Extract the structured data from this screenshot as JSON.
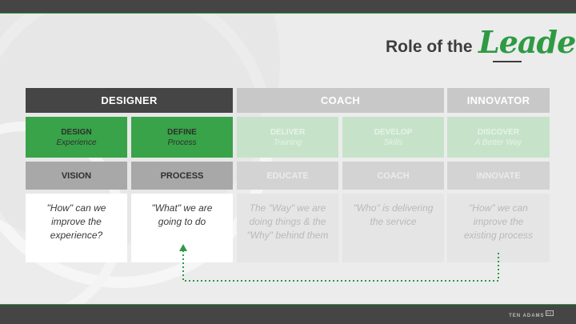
{
  "title": {
    "main": "Role of the",
    "accent": "Leader"
  },
  "brand": {
    "name": "TEN ADAMS",
    "mark": "02"
  },
  "headers": [
    {
      "label": "DESIGNER"
    },
    {
      "label": "COACH"
    },
    {
      "label": "INNOVATOR"
    }
  ],
  "stages": [
    {
      "title": "DESIGN",
      "subtitle": "Experience",
      "focus": "VISION",
      "description": "\"How\" can we improve the experience?"
    },
    {
      "title": "DEFINE",
      "subtitle": "Process",
      "focus": "PROCESS",
      "description": "\"What\" we are going to do"
    },
    {
      "title": "DELIVER",
      "subtitle": "Training",
      "focus": "EDUCATE",
      "description": "The \"Way\" we are doing things & the \"Why\" behind them"
    },
    {
      "title": "DEVELOP",
      "subtitle": "Skills",
      "focus": "COACH",
      "description": "\"Who\" is delivering the service"
    },
    {
      "title": "DISCOVER",
      "subtitle": "A Better Way",
      "focus": "INNOVATE",
      "description": "\"How\" we can improve the existing process"
    }
  ],
  "colors": {
    "accent_green": "#2f9a44",
    "dark_gray": "#454545",
    "background": "#ececec"
  },
  "icons": {
    "connector": "dotted-arrow-icon"
  }
}
